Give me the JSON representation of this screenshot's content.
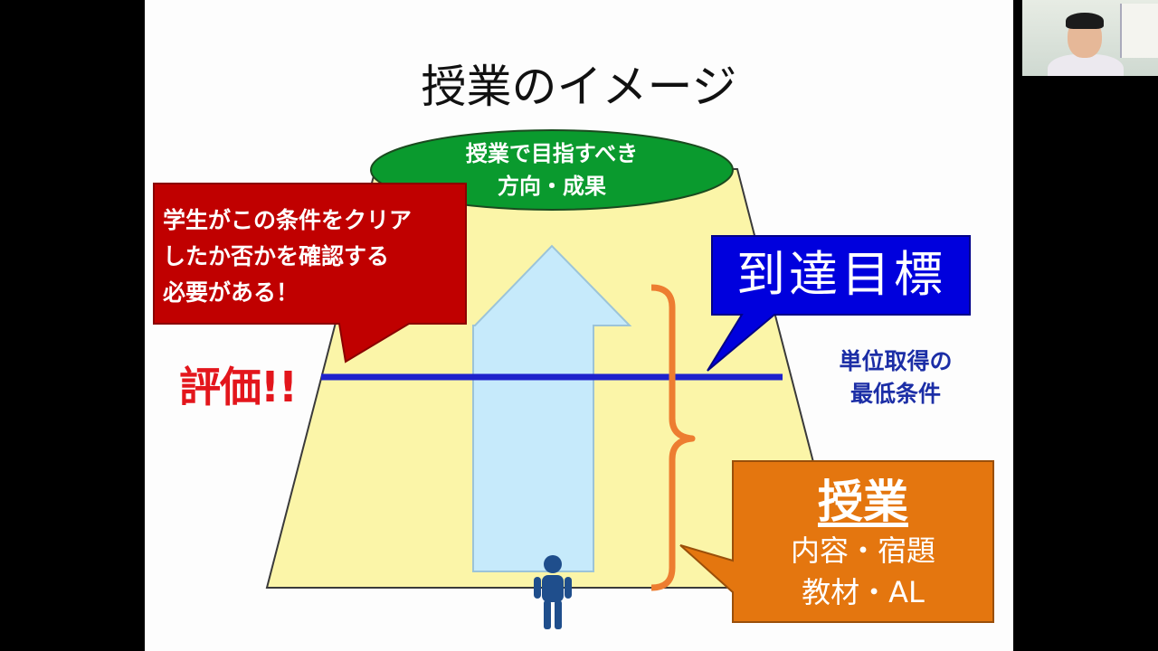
{
  "slide": {
    "title": "授業のイメージ",
    "goal_ellipse": {
      "line1": "授業で目指すべき",
      "line2": "方向・成果"
    },
    "callout_red": {
      "line1": "学生がこの条件をクリア",
      "line2": "したか否かを確認する",
      "line3": "必要がある！"
    },
    "evaluation_label": "評価!!",
    "callout_blue": {
      "label": "到達目標"
    },
    "min_condition": {
      "line1": "単位取得の",
      "line2": "最低条件"
    },
    "lesson_box": {
      "title": "授業",
      "line1": "内容・宿題",
      "line2": "教材・AL"
    }
  },
  "colors": {
    "trapezoid": "#fbf5a8",
    "ellipse": "#0a9a2e",
    "red_callout": "#c00000",
    "blue_callout": "#0000dd",
    "orange_box": "#e4760f",
    "bracket": "#ed7d31",
    "line": "#1e22cc",
    "arrow": "#c6eafb",
    "person": "#1f4e8c"
  },
  "icons": {
    "person": "person-icon",
    "arrow": "up-arrow-icon"
  }
}
